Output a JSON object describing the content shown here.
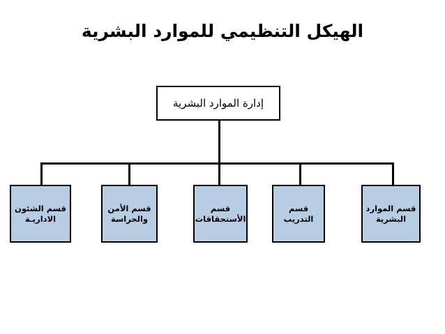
{
  "document": {
    "title": "الهيكل التنظيمي للموارد البشرية",
    "language": "ar",
    "direction": "rtl"
  },
  "colors": {
    "page_background": "#ffffff",
    "root_box_fill": "#ffffff",
    "child_box_fill": "#b8cce4",
    "border": "#000000",
    "connector": "#000000",
    "text": "#000000"
  },
  "chart_data": {
    "type": "diagram",
    "subtype": "organization-chart",
    "title": "الهيكل التنظيمي للموارد البشرية",
    "orientation": "top-down",
    "levels": 2,
    "root": {
      "id": "hr-management",
      "label": "إدارة الموارد البشرية",
      "fill": "#ffffff"
    },
    "children": [
      {
        "id": "dept-administrative-affairs",
        "label": "قسم الشئون الادارية",
        "lines": [
          "قسم الشئون",
          "الاداريـة"
        ],
        "fill": "#b8cce4"
      },
      {
        "id": "dept-security-guarding",
        "label": "قسم الأمن والحراسة",
        "lines": [
          "قسم الأمن",
          "والحراسة"
        ],
        "fill": "#b8cce4"
      },
      {
        "id": "dept-entitlements",
        "label": "قسم الأستحقاقات",
        "lines": [
          "قسم",
          "الأستحقاقات"
        ],
        "fill": "#b8cce4"
      },
      {
        "id": "dept-training",
        "label": "قسم التدريب",
        "lines": [
          "قسم التدريب"
        ],
        "fill": "#b8cce4"
      },
      {
        "id": "dept-human-resources",
        "label": "قسم الموارد البشرية",
        "lines": [
          "قسم الموارد",
          "البشرية"
        ],
        "fill": "#b8cce4"
      }
    ]
  }
}
